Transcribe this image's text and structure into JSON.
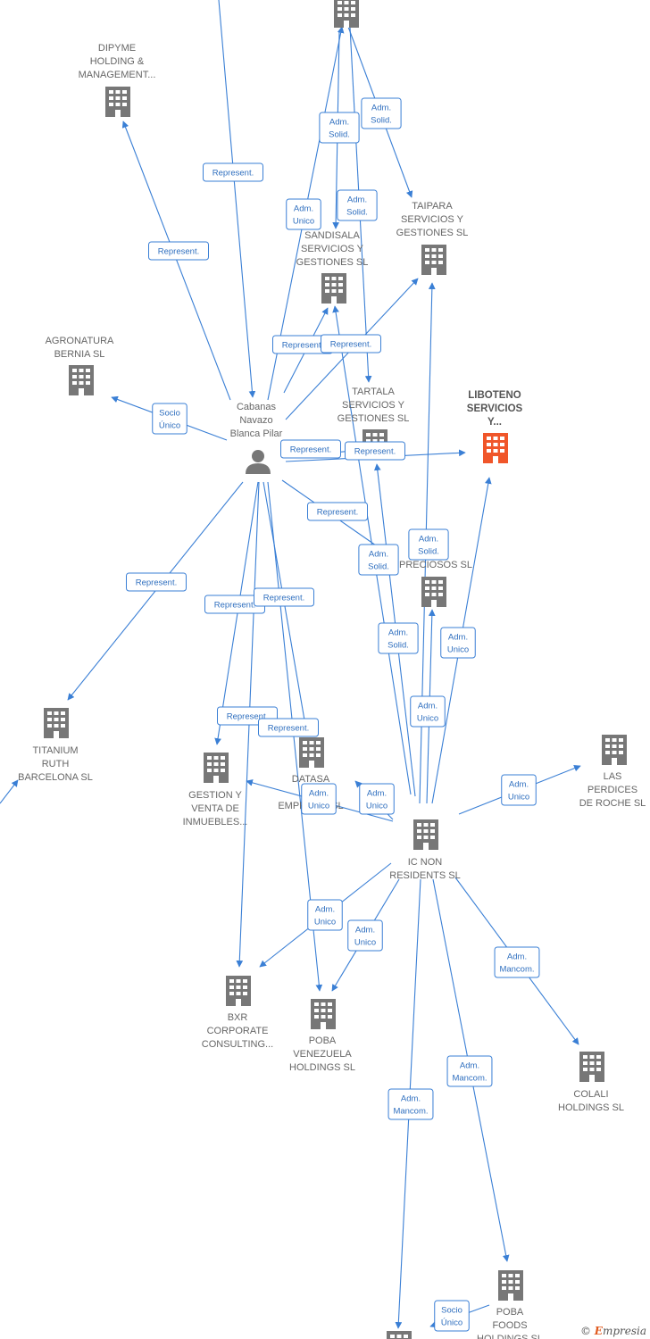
{
  "colors": {
    "edge": "#3a7fd5",
    "company": "#777777",
    "highlight": "#f0562a",
    "person": "#777777"
  },
  "nodes": [
    {
      "id": "top",
      "type": "company",
      "label": []
    },
    {
      "id": "dipyme",
      "type": "company",
      "label": [
        "DIPYME",
        "HOLDING &",
        "MANAGEMENT..."
      ]
    },
    {
      "id": "sandisala",
      "type": "company",
      "label": [
        "SANDISALA",
        "SERVICIOS Y",
        "GESTIONES SL"
      ]
    },
    {
      "id": "taipara",
      "type": "company",
      "label": [
        "TAIPARA",
        "SERVICIOS Y",
        "GESTIONES SL"
      ]
    },
    {
      "id": "agronatura",
      "type": "company",
      "label": [
        "AGRONATURA",
        "BERNIA SL"
      ]
    },
    {
      "id": "tartala",
      "type": "company",
      "label": [
        "TARTALA",
        "SERVICIOS Y",
        "GESTIONES SL"
      ]
    },
    {
      "id": "liboteno",
      "type": "company",
      "highlight": true,
      "label": [
        "LIBOTENO",
        "SERVICIOS",
        "Y..."
      ]
    },
    {
      "id": "person",
      "type": "person",
      "label": [
        "Cabanas",
        "Navazo",
        "Blanca Pilar"
      ]
    },
    {
      "id": "preciosos",
      "type": "company",
      "label": [
        "SA",
        "S",
        "PRECIOSOS SL"
      ]
    },
    {
      "id": "titanium",
      "type": "company",
      "label": [
        "TITANIUM",
        "RUTH",
        "BARCELONA SL"
      ]
    },
    {
      "id": "gestion",
      "type": "company",
      "label": [
        "GESTION Y",
        "VENTA DE",
        "INMUEBLES..."
      ]
    },
    {
      "id": "datasa",
      "type": "company",
      "label": [
        "DATASA",
        "SE",
        "EMPRES S SL"
      ]
    },
    {
      "id": "lasperdices",
      "type": "company",
      "label": [
        "LAS",
        "PERDICES",
        "DE ROCHE SL"
      ]
    },
    {
      "id": "icnon",
      "type": "company",
      "label": [
        "IC NON",
        "RESIDENTS SL"
      ]
    },
    {
      "id": "bxr",
      "type": "company",
      "label": [
        "BXR",
        "CORPORATE",
        "CONSULTING..."
      ]
    },
    {
      "id": "pobaven",
      "type": "company",
      "label": [
        "POBA",
        "VENEZUELA",
        "HOLDINGS SL"
      ]
    },
    {
      "id": "colali",
      "type": "company",
      "label": [
        "COLALI",
        "HOLDINGS SL"
      ]
    },
    {
      "id": "pobafoods",
      "type": "company",
      "label": [
        "POBA",
        "FOODS",
        "HOLDINGS SL"
      ]
    },
    {
      "id": "bottom",
      "type": "company",
      "label": []
    }
  ],
  "edges": [
    {
      "label": [
        "Represent."
      ]
    },
    {
      "label": [
        "Represent."
      ]
    },
    {
      "label": [
        "Adm.",
        "Unico"
      ]
    },
    {
      "label": [
        "Adm.",
        "Solid."
      ]
    },
    {
      "label": [
        "Adm.",
        "Solid."
      ]
    },
    {
      "label": [
        "Adm.",
        "Solid."
      ]
    },
    {
      "label": [
        "Represent."
      ]
    },
    {
      "label": [
        "Represent."
      ]
    },
    {
      "label": [
        "Socio",
        "Único"
      ]
    },
    {
      "label": [
        "Represent."
      ]
    },
    {
      "label": [
        "Represent."
      ]
    },
    {
      "label": [
        "Represent."
      ]
    },
    {
      "label": [
        "Adm.",
        "Solid."
      ]
    },
    {
      "label": [
        "Adm.",
        "Solid."
      ]
    },
    {
      "label": [
        "Adm.",
        "Solid."
      ]
    },
    {
      "label": [
        "Adm.",
        "Unico"
      ]
    },
    {
      "label": [
        "Adm.",
        "Unico"
      ]
    },
    {
      "label": [
        "Represent."
      ]
    },
    {
      "label": [
        "Represent."
      ]
    },
    {
      "label": [
        "Represent."
      ]
    },
    {
      "label": [
        "Represent."
      ]
    },
    {
      "label": [
        "Represent."
      ]
    },
    {
      "label": [
        "Adm.",
        "Unico"
      ]
    },
    {
      "label": [
        "Adm.",
        "Unico"
      ]
    },
    {
      "label": [
        "Adm.",
        "Unico"
      ]
    },
    {
      "label": [
        "Adm.",
        "Unico"
      ]
    },
    {
      "label": [
        "Adm.",
        "Unico"
      ]
    },
    {
      "label": [
        "Adm.",
        "Mancom."
      ]
    },
    {
      "label": [
        "Adm.",
        "Mancom."
      ]
    },
    {
      "label": [
        "Adm.",
        "Mancom."
      ]
    },
    {
      "label": [
        "Socio",
        "Único"
      ]
    },
    {
      "label": []
    }
  ],
  "footer": {
    "copyright_symbol": "©",
    "brand_initial": "E",
    "brand_rest": "mpresia"
  }
}
